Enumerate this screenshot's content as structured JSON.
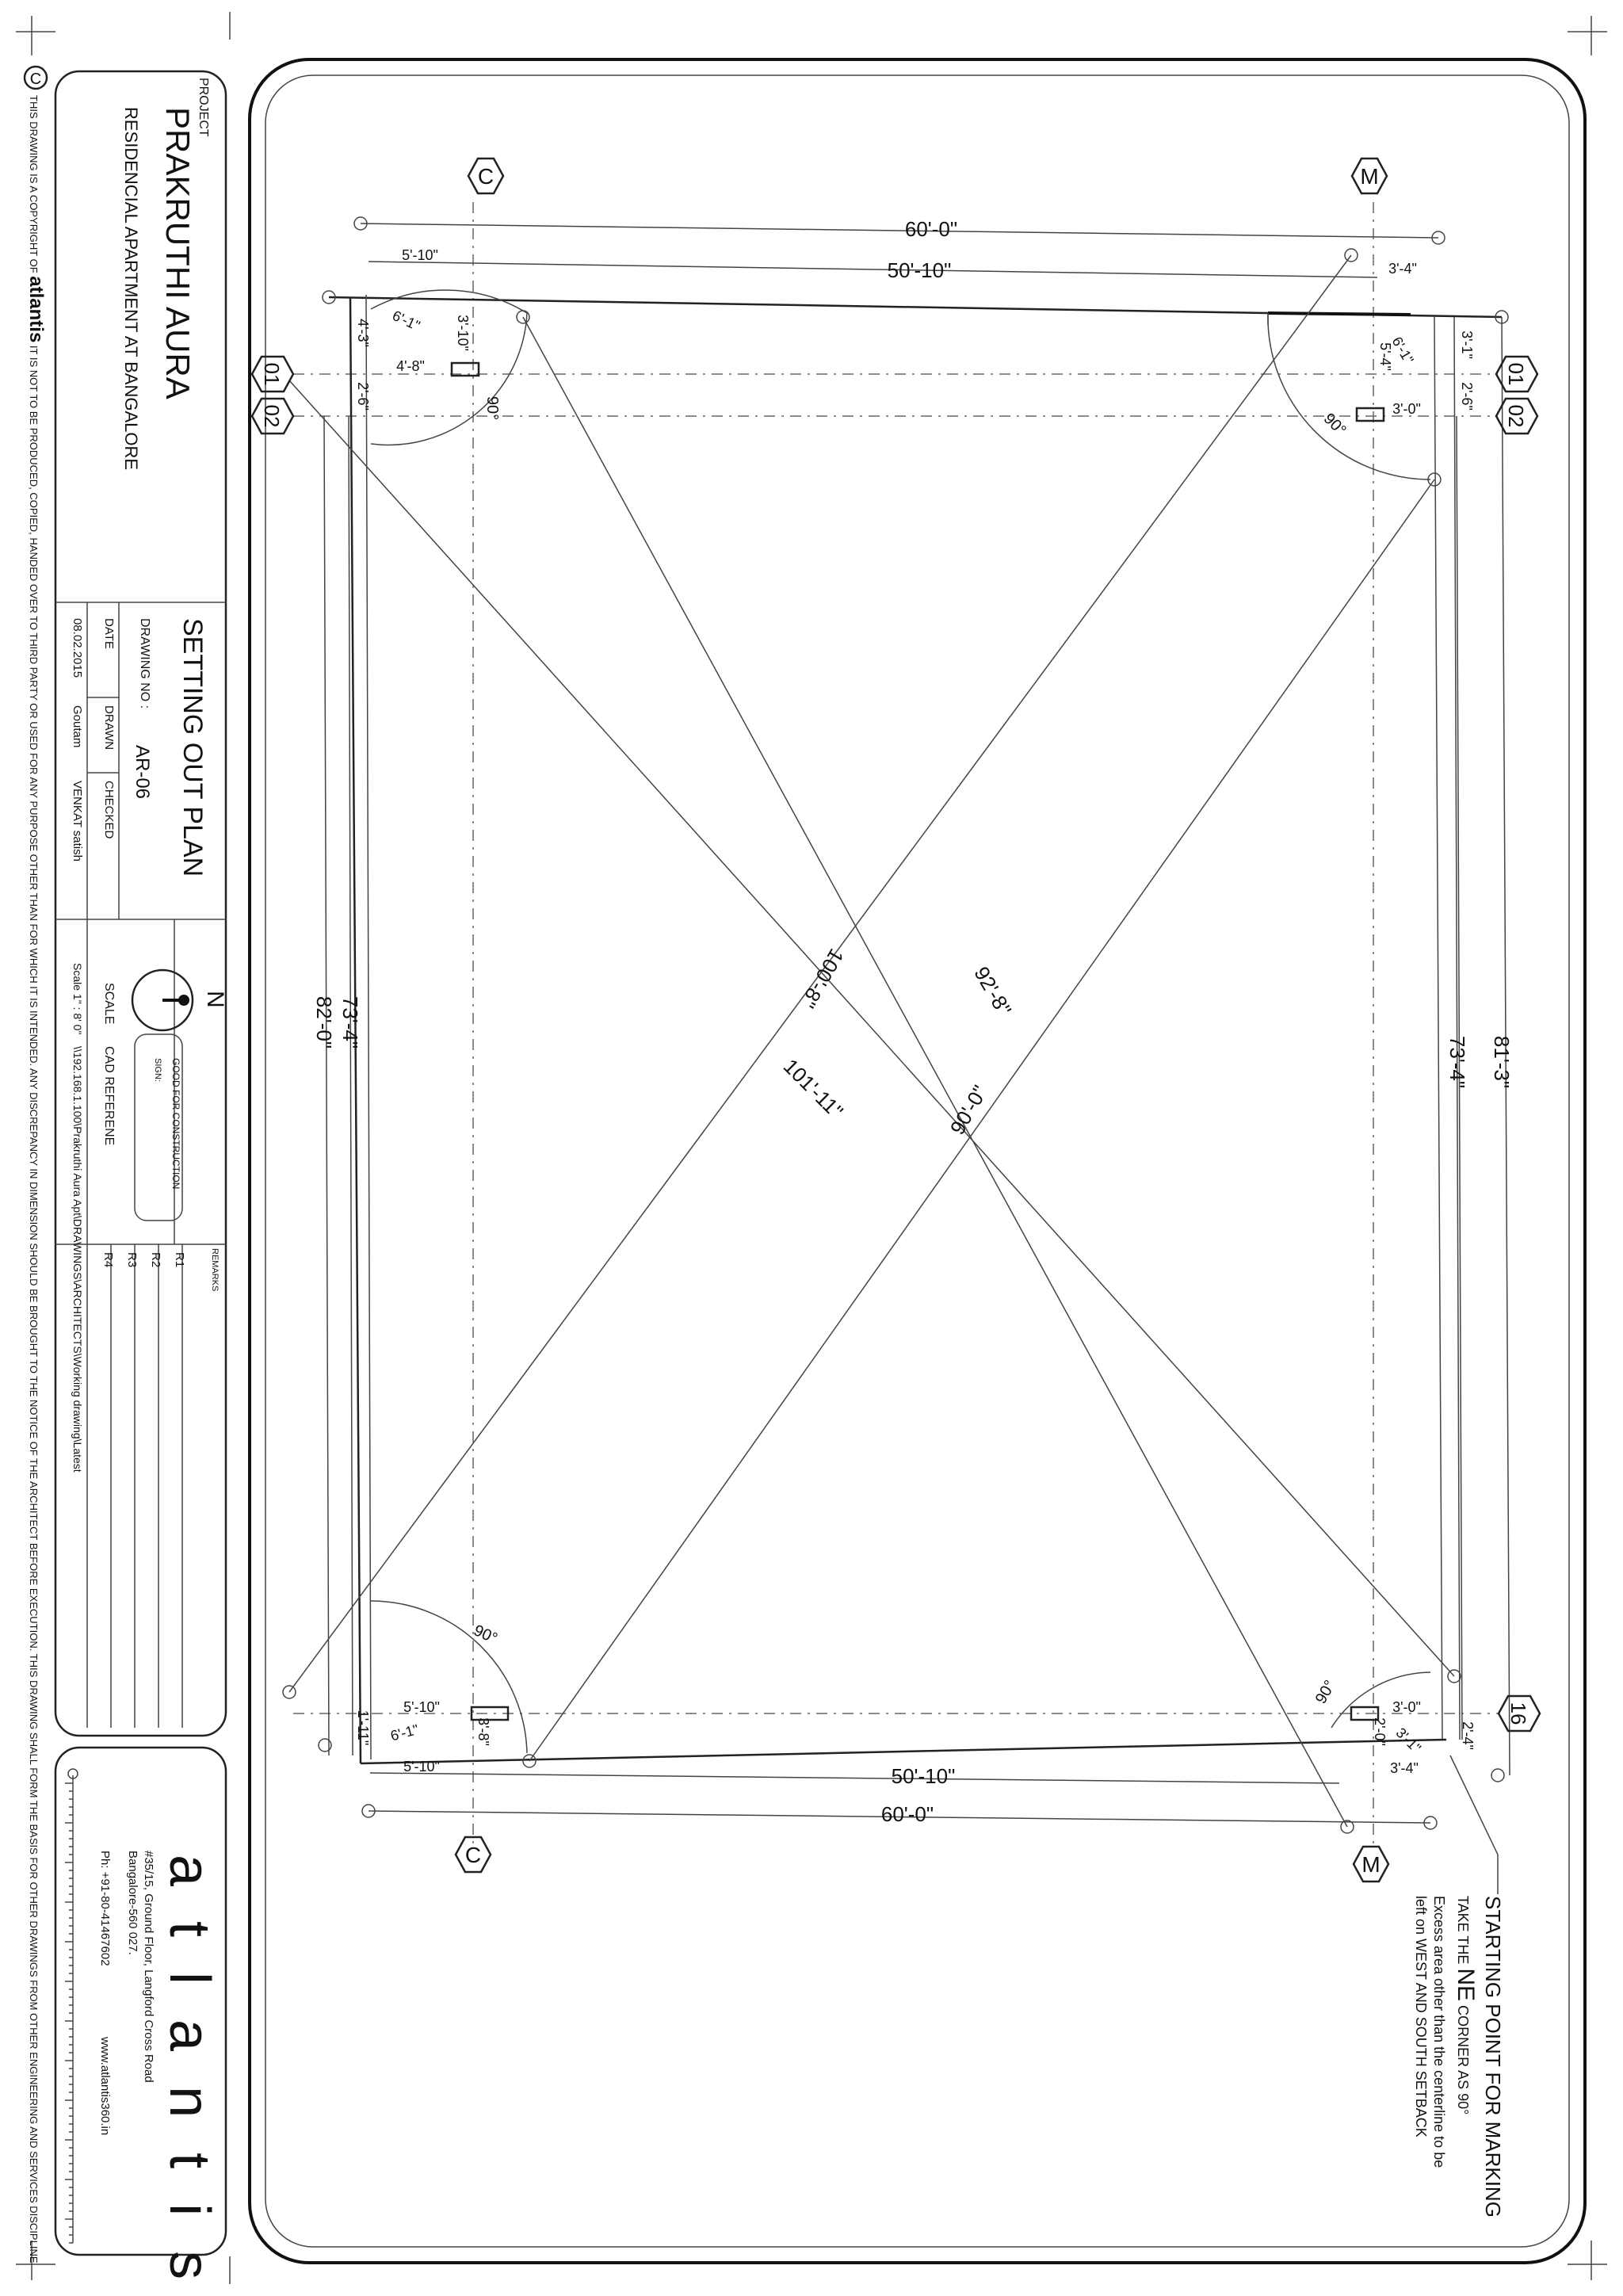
{
  "copyright": {
    "symbol": "C",
    "prefix": "THIS DRAWING IS A COPYRIGHT OF",
    "brand": "atlantis",
    "suffix": "IT IS NOT TO BE PRODUCED, COPIED, HANDED OVER TO THIRD PARTY OR USED FOR ANY PURPOSE OTHER THAN FOR WHICH IT IS INTENDED.  ANY DISCREPANCY IN DIMENSION SHOULD BE BROUGHT TO THE NOTICE OF THE ARCHITECT BEFORE EXECUTION.  THIS DRAWING SHALL FORM THE BASIS FOR OTHER DRAWINGS FROM OTHER ENGINEERING AND SERVICES DISCIPLINE"
  },
  "title_block": {
    "project_label": "PROJECT",
    "project_name": "PRAKRUTHI AURA",
    "project_desc": "RESIDENCIAL APARTMENT AT BANGALORE",
    "drawing_title": "SETTING OUT PLAN",
    "drawing_no_label": "DRAWING NO :",
    "drawing_no": "AR-06",
    "date_label": "DATE",
    "date": "08.02.2015",
    "drawn_label": "DRAWN",
    "drawn": "Goutam",
    "checked_label": "CHECKED",
    "checked": "VENKAT satish",
    "north": "N",
    "scale_label": "SCALE",
    "scale": "Scale 1\" : 8' 0\"",
    "stamp_title": "GOOD FOR CONSTRUCTION",
    "stamp_sign": "SIGN:",
    "cad_label": "CAD REFERENE",
    "cad_path": "\\\\192.168.1.100\\Prakruthi Aura Apt\\DRAWINGS\\ARCHITECTS\\Working drawing\\Latest",
    "remarks_label": "REMARKS",
    "remarks": [
      "R1",
      "R2",
      "R3",
      "R4"
    ]
  },
  "firm": {
    "logo": "a t l a n t i s",
    "address1": "#35/15, Ground Floor, Langford Cross Road",
    "address2": "Bangalore-560 027.",
    "phone": "Ph: +91-80-41467602",
    "web": "www.atlantis360.in"
  },
  "plan": {
    "grid_labels": {
      "c": "C",
      "m": "M",
      "g01": "01",
      "g02": "02",
      "g16": "16"
    },
    "dims": {
      "d60_top": "60'-0\"",
      "d50_top": "50'-10\"",
      "d5_10_tl": "5'-10\"",
      "d3_4_tr": "3'-4\"",
      "d6_1_tl": "6'-1\"",
      "d3_10_tl": "3'-10\"",
      "d4_3_tl": "4'-3\"",
      "d4_8_tl": "4'-8\"",
      "d2_6_tl": "2'-6\"",
      "a90_tl": "90°",
      "d6_1_tr": "6'-1\"",
      "d5_4_tr": "5'-4\"",
      "d3_1_tr": "3'-1\"",
      "d2_6_tr": "2'-6\"",
      "d3_0_tr": "3'-0\"",
      "a90_tr": "90°",
      "d100_8": "100'-8\"",
      "d92_8": "92'-8\"",
      "d101_11": "101'-11\"",
      "d90_0": "90'-0\"",
      "d73_4_l": "73'-4\"",
      "d82_0": "82'-0\"",
      "d73_4_r": "73'-4\"",
      "d81_3": "81'-3\"",
      "a90_bl": "90°",
      "d5_10_bl1": "5'-10\"",
      "d1_11_bl": "1'-11\"",
      "d6_1_bl": "6'-1\"",
      "d3_8_bl": "3'-8\"",
      "d5_10_bl2": "5'-10\"",
      "a90_br": "90°",
      "d3_0_br": "3'-0\"",
      "d2_0_br": "2'-0\"",
      "d3_1_br": "3'-1\"",
      "d2_4_br": "2'-4\"",
      "d3_4_br": "3'-4\"",
      "d50_bot": "50'-10\"",
      "d60_bot": "60'-0\""
    },
    "note": {
      "title": "STARTING POINT FOR MARKING",
      "line2_pre": "TAKE THE",
      "line2_big": "NE",
      "line2_post": "CORNER AS 90°",
      "line3": "Excess area other than the centerline to be",
      "line4": "left on WEST AND SOUTH SETBACK"
    }
  }
}
